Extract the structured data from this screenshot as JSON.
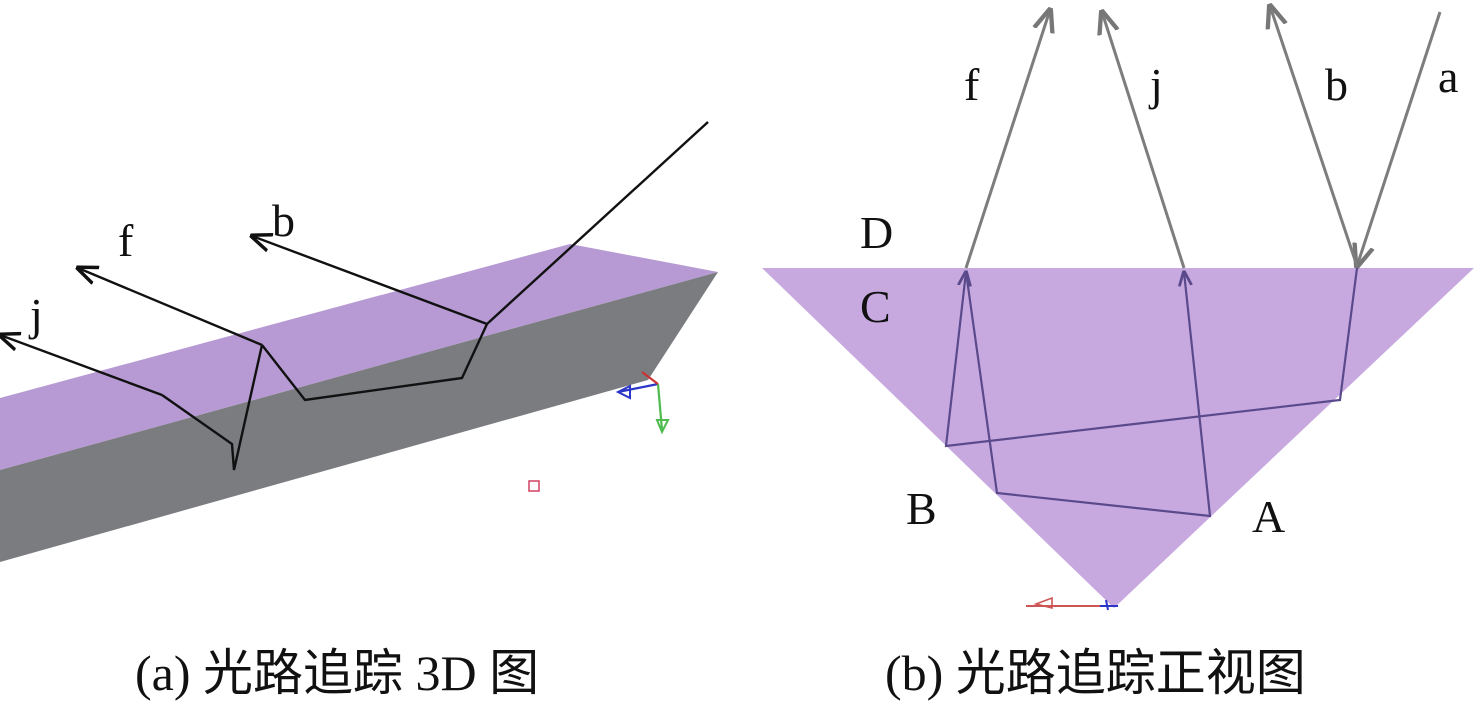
{
  "panels": {
    "a": {
      "caption": "(a) 光路追踪 3D 图",
      "ray_labels": {
        "j": "j",
        "f": "f",
        "b": "b"
      },
      "colors": {
        "top_face": "#b79ad3",
        "side_face": "#7a7c80",
        "ray": "#111111"
      }
    },
    "b": {
      "caption": "(b) 光路追踪正视图",
      "ray_labels": {
        "f": "f",
        "j": "j",
        "b": "b",
        "a": "a"
      },
      "point_labels": {
        "D": "D",
        "C": "C",
        "B": "B",
        "A": "A"
      },
      "colors": {
        "prism": "#c7a9e0",
        "ray_inside": "#5a4a8c",
        "ray_outside": "#7d7d7d"
      }
    }
  }
}
